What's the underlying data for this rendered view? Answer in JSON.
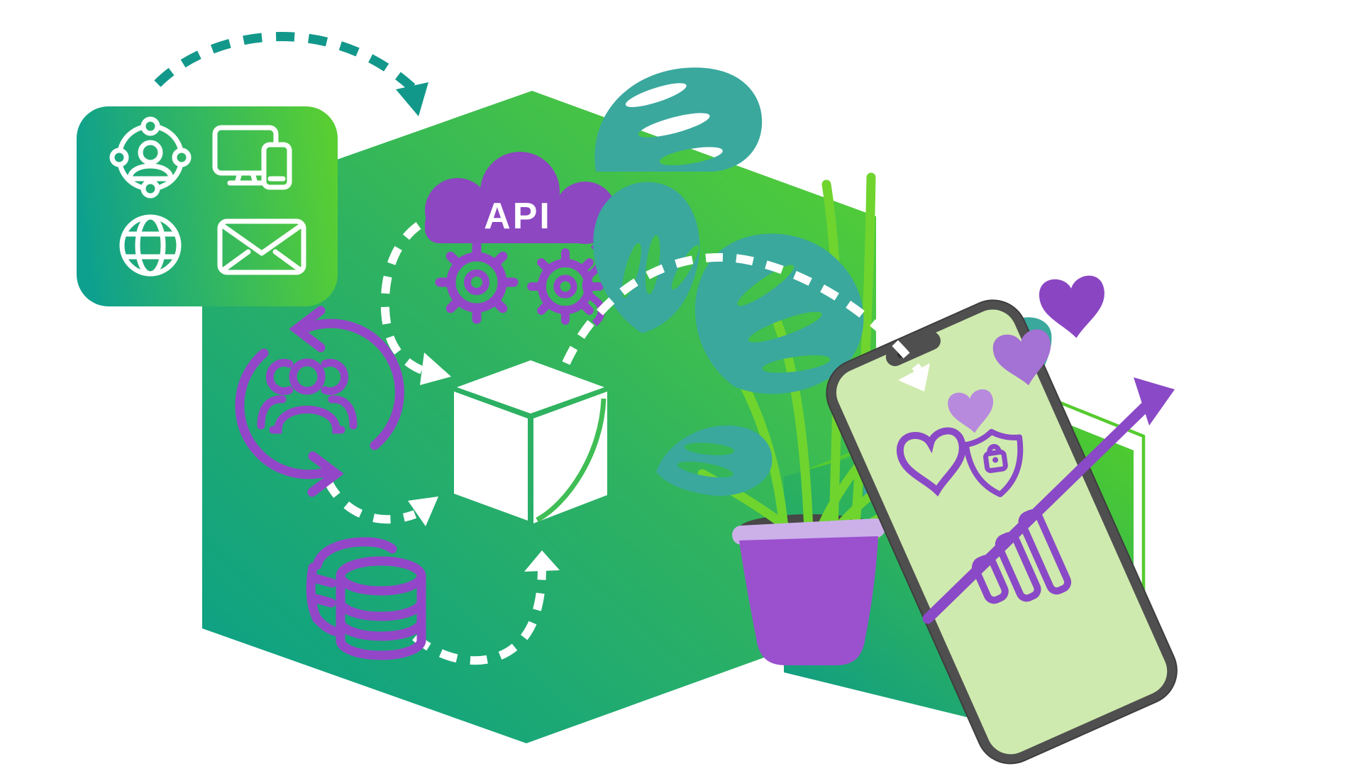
{
  "illustration": {
    "title": "API integration illustration",
    "api_label": "API",
    "colors": {
      "hex_top_green": "#58d130",
      "hex_mid_green": "#2eb261",
      "hex_teal": "#0a9f88",
      "card_teal": "#0ea08e",
      "card_green": "#58ce33",
      "purple_icon": "#9347c8",
      "purple_cloud": "#8d47c1",
      "purple_arrow": "#8a49c6",
      "heart_dark": "#8a46c2",
      "heart_mid": "#a471d4",
      "heart_light": "#b78ade",
      "pot_purple": "#9b50ce",
      "pot_rim": "#ccb1e9",
      "leaf_teal": "#3aa89d",
      "leaf_dark_teal": "#1d8e85",
      "stem_green": "#70d42f",
      "hex2_fill_top": "#4fcb2e",
      "hex2_fill_bottom": "#0f9c85",
      "hex2_outline_green": "#55cb2e",
      "phone_frame": "#4f4f4f",
      "phone_screen": "#cfeaae",
      "soil": "#474747",
      "dash_white": "#ffffff",
      "dash_teal": "#12988a",
      "cube_gap_green": "#3fbe55"
    },
    "icons": {
      "card": [
        "user-network-icon",
        "devices-icon",
        "globe-icon",
        "email-icon"
      ],
      "diagram": [
        "api-cloud-icon",
        "gears-icon",
        "cube-icon",
        "user-sync-icon",
        "database-icon"
      ],
      "phone_screen": [
        "heart-filled-icon",
        "heart-outline-icon",
        "shield-lock-icon",
        "bar-chart-icon",
        "growth-arrow-icon"
      ],
      "decorations": [
        "monstera-plant",
        "plant-pot",
        "hearts",
        "hexagon-outline"
      ]
    }
  }
}
